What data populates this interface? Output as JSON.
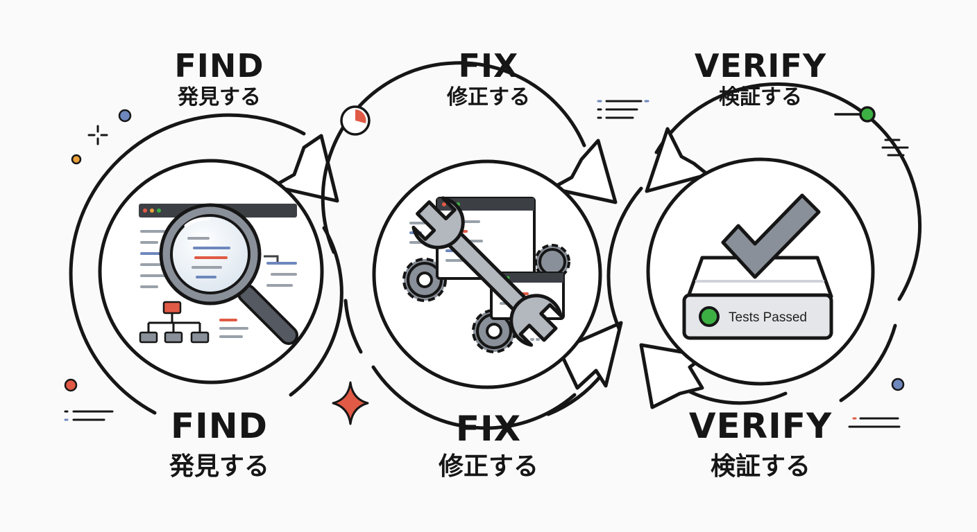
{
  "steps": {
    "find": {
      "en": "FIND",
      "jp": "発見する"
    },
    "fix": {
      "en": "FIX",
      "jp": "修正する"
    },
    "verify": {
      "en": "VERIFY",
      "jp": "検証する"
    }
  },
  "badge": {
    "text": "Tests Passed"
  },
  "colors": {
    "ink": "#161616",
    "accent_red": "#e05a45",
    "accent_blue": "#6e87bd",
    "accent_orange": "#e8a13c",
    "status_green": "#3cb043",
    "metal": "#8a9099"
  }
}
